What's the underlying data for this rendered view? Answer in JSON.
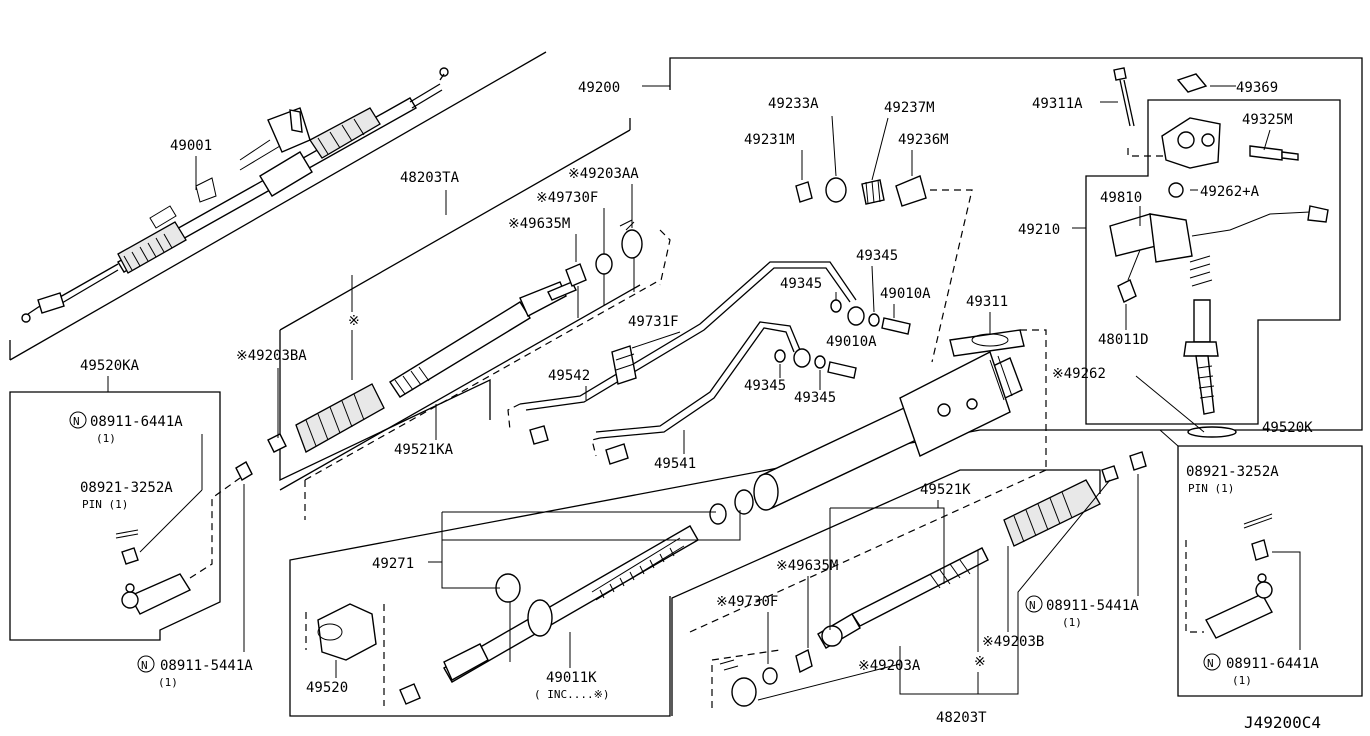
{
  "diagram_id": "J49200C4",
  "labels": {
    "p49001": "49001",
    "p48203TA": "48203TA",
    "p49203BA": "※49203BA",
    "p49521KA": "49521KA",
    "p49635M_a": "※49635M",
    "p49730F_a": "※49730F",
    "p49203AA": "※49203AA",
    "p49200": "49200",
    "p49233A": "49233A",
    "p49237M": "49237M",
    "p49231M": "49231M",
    "p49236M": "49236M",
    "p49311A": "49311A",
    "p49369": "49369",
    "p49325M": "49325M",
    "p49810": "49810",
    "p49262A": "49262+A",
    "p49210": "49210",
    "p48011D": "48011D",
    "p49345_a": "49345",
    "p49345_b": "49345",
    "p49345_c": "49345",
    "p49345_d": "49345",
    "p49010A_a": "49010A",
    "p49010A_b": "49010A",
    "p49311": "49311",
    "p49731F": "49731F",
    "p49542": "49542",
    "p49541": "49541",
    "p49262": "※49262",
    "p49520KA": "49520KA",
    "p08911_6441A_a": "08911-6441A",
    "p08911_6441A_a_qty": "(1)",
    "p08921_3252A_a": "08921-3252A",
    "p08921_3252A_a_pin": "PIN (1)",
    "p08911_5441A_a": "08911-5441A",
    "p08911_5441A_a_qty": "(1)",
    "p49271": "49271",
    "p49520": "49520",
    "p49011K": "49011K",
    "p49011K_inc": "( INC....※)",
    "p49521K": "49521K",
    "p49635M_b": "※49635M",
    "p49730F_b": "※49730F",
    "p49203A": "※49203A",
    "p49203B": "※49203B",
    "p48203T": "48203T",
    "p08911_5441A_b": "08911-5441A",
    "p08911_5441A_b_qty": "(1)",
    "p49520K": "49520K",
    "p08921_3252A_b": "08921-3252A",
    "p08921_3252A_b_pin": "PIN (1)",
    "p08911_6441A_b": "08911-6441A",
    "p08911_6441A_b_qty": "(1)",
    "asterisk_a": "※",
    "asterisk_b": "※",
    "nut_symbol": "N"
  }
}
